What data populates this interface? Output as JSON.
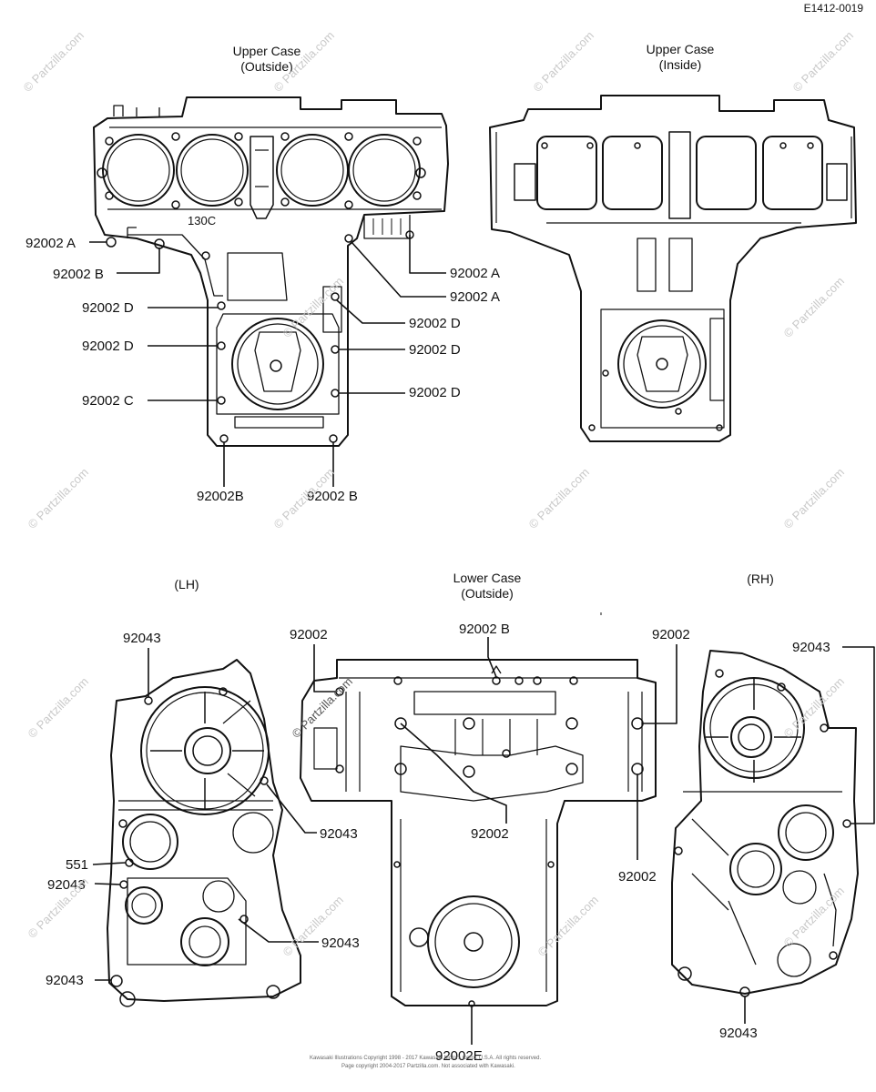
{
  "figure_id": "E1412-0019",
  "titles": {
    "upper_outside": [
      "Upper Case",
      "(Outside)"
    ],
    "upper_inside": [
      "Upper Case",
      "(Inside)"
    ],
    "lower_outside": [
      "Lower Case",
      "(Outside)"
    ],
    "lh": "(LH)",
    "rh": "(RH)"
  },
  "upper_mark": "130C",
  "callouts": {
    "u1": "92002 A",
    "u2": "92002 B",
    "u3": "92002 D",
    "u4": "92002 D",
    "u5": "92002 C",
    "u6": "92002 A",
    "u7": "92002 A",
    "u8": "92002 D",
    "u9": "92002 D",
    "u10": "92002 D",
    "u11": "92002B",
    "u12": "92002 B",
    "l1": "92043",
    "l2": "92043",
    "l3": "551",
    "l4": "92043",
    "l5": "92043",
    "l6": "92043",
    "l7": "92002",
    "l8": "92002 B",
    "l9": "92002",
    "l10": "92002",
    "l11": "92002",
    "l12": "92002E",
    "l13": "92043",
    "l14": "92043"
  },
  "watermark": "© Partzilla.com",
  "fineprint": [
    "Kawasaki Illustrations Copyright 1998 - 2017 Kawasaki Motors Corp., U.S.A. All rights reserved.",
    "Page copyright 2004-2017 Partzilla.com. Not associated with Kawasaki."
  ]
}
